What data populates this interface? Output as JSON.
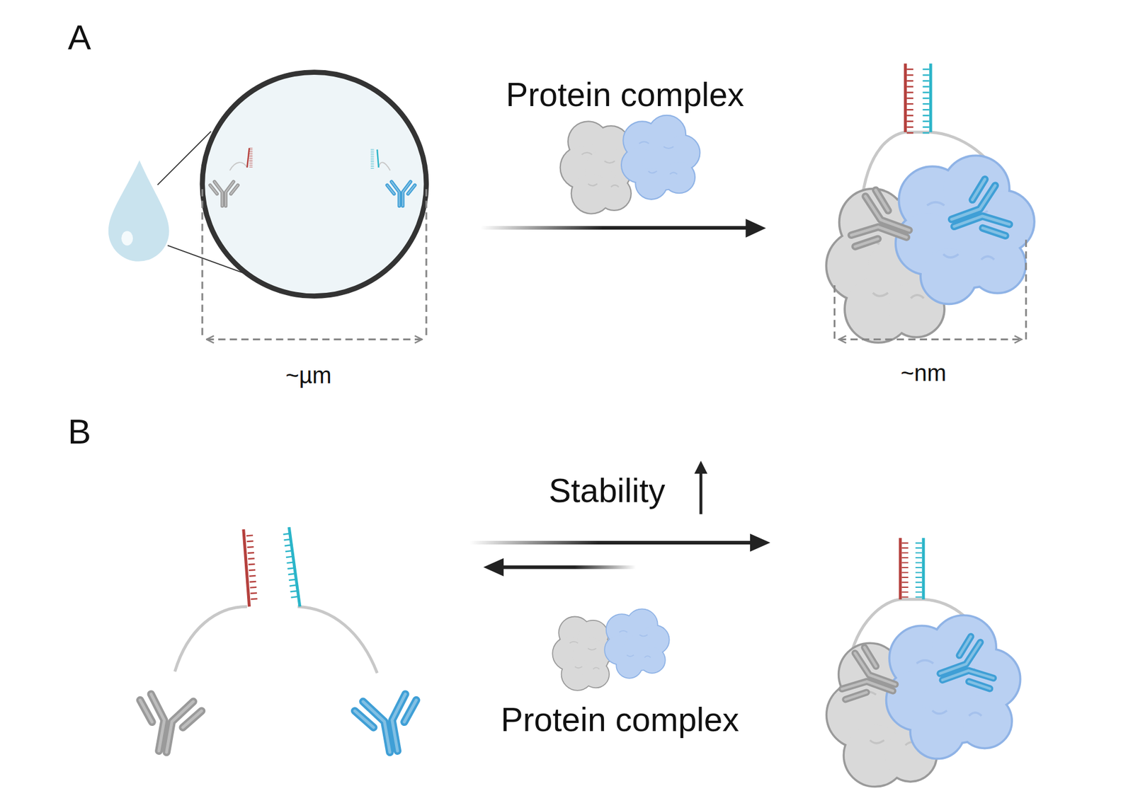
{
  "diagram": {
    "labels": [
      "A",
      "Protein complex",
      "~µm",
      "~nm",
      "B",
      "Stability",
      "Protein complex"
    ]
  }
}
